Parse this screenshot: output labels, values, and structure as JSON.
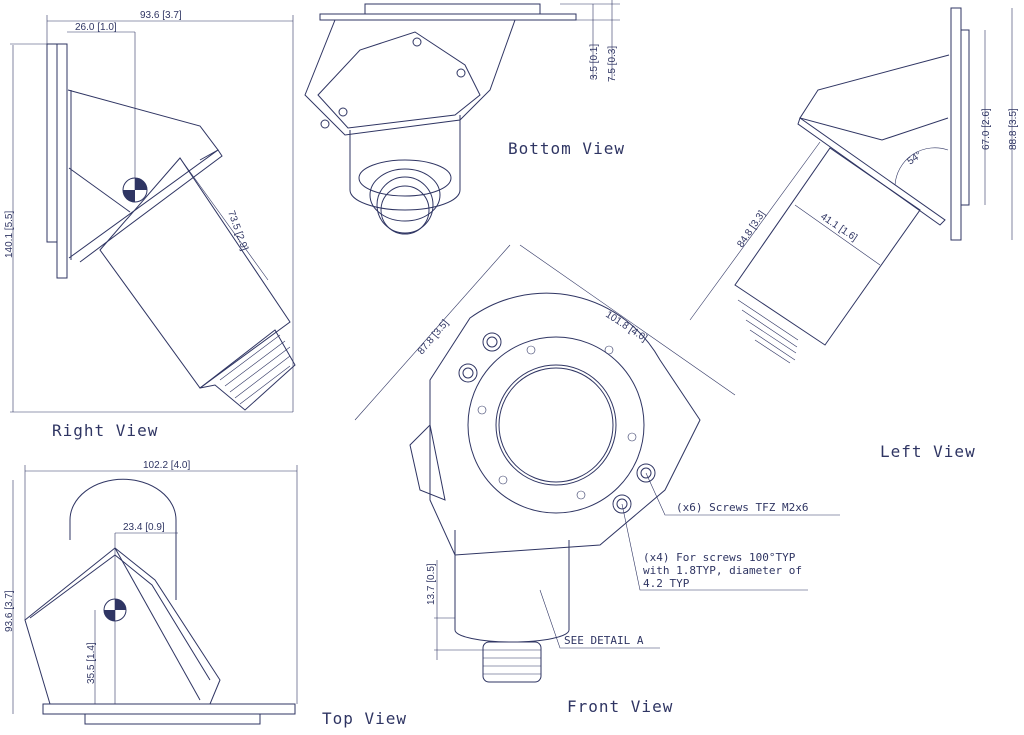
{
  "views": {
    "right": "Right View",
    "bottom": "Bottom View",
    "left": "Left View",
    "front": "Front View",
    "top": "Top View"
  },
  "dimensions": {
    "right_width": "93.6 [3.7]",
    "right_offset": "26.0 [1.0]",
    "right_height": "140.1 [5.5]",
    "right_body": "73.5 [2.9]",
    "bottom_a": "3.5 [0.1]",
    "bottom_b": "7.5 [0.3]",
    "left_inner": "67.0 [2.6]",
    "left_outer": "88.8 [3.5]",
    "left_angle": "54°",
    "left_length": "84.8 [3.3]",
    "left_diameter": "41.1 [1.6]",
    "front_width": "101.8 [4.0]",
    "front_height": "87.8 [3.5]",
    "front_connector": "13.7 [0.5]",
    "top_width": "102.2 [4.0]",
    "top_offset": "23.4 [0.9]",
    "top_height": "93.6 [3.7]",
    "top_cog": "35.5 [1.4]"
  },
  "notes": {
    "screws": "(x6) Screws TFZ M2x6",
    "holes_1": "(x4) For screws 100°TYP",
    "holes_2": "with 1.8TYP, diameter of",
    "holes_3": "4.2 TYP",
    "detail": "SEE DETAIL A"
  },
  "colors": {
    "line": "#2f3563"
  }
}
